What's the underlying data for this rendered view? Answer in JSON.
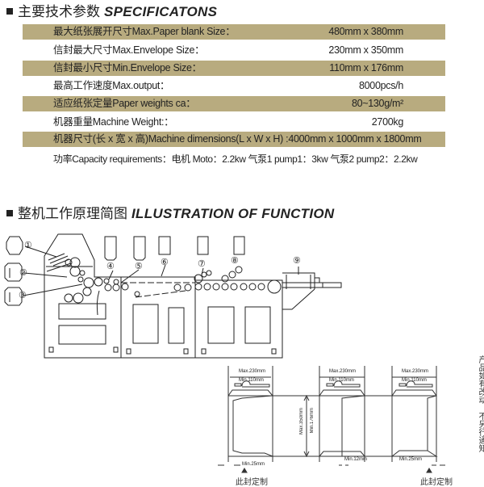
{
  "specs": {
    "heading_cn": "主要技术参数",
    "heading_en": "SPECIFICATONS",
    "rows": [
      {
        "label": "最大纸张展开尺寸Max.Paper blank Size：",
        "value": "480mm x 380mm"
      },
      {
        "label": "信封最大尺寸Max.Envelope Size：",
        "value": "230mm x 350mm"
      },
      {
        "label": "信封最小尺寸Min.Envelope Size：",
        "value": "110mm x 176mm"
      },
      {
        "label": "最高工作速度Max.output：",
        "value": "8000pcs/h"
      },
      {
        "label": "适应纸张定量Paper weights ca：",
        "value": "80~130g/m²"
      },
      {
        "label": "机器重量Machine Weight:：",
        "value": "2700kg"
      },
      {
        "label": "机器尺寸(长 x 宽 x 高)Machine dimensions(L x W x H) :4000mm x 1000mm x 1800mm",
        "value": ""
      }
    ],
    "power": "功率Capacity requirements：电机 Moto：2.2kw 气泵1 pump1：3kw  气泵2 pump2：2.2kw",
    "band_color": "#b8ab7f"
  },
  "illustration": {
    "heading_cn": "整机工作原理简图",
    "heading_en": "ILLUSTRATION OF FUNCTION",
    "markers": [
      "①",
      "②",
      "③",
      "④",
      "⑤",
      "⑥",
      "⑦",
      "⑧",
      "⑨"
    ]
  },
  "envelopes": {
    "width_max": "Max.230mm",
    "width_min": "Min.110mm",
    "height_max": "Max.350mm",
    "height_min": "Min.176mm",
    "margin1": "Min.25mm",
    "margin2": "Min.12mm",
    "margin3": "Min.25mm",
    "custom_label_1": "此封定制",
    "custom_label_2": "此封定制"
  },
  "side_note": "产品如有改动，不另行通知。"
}
